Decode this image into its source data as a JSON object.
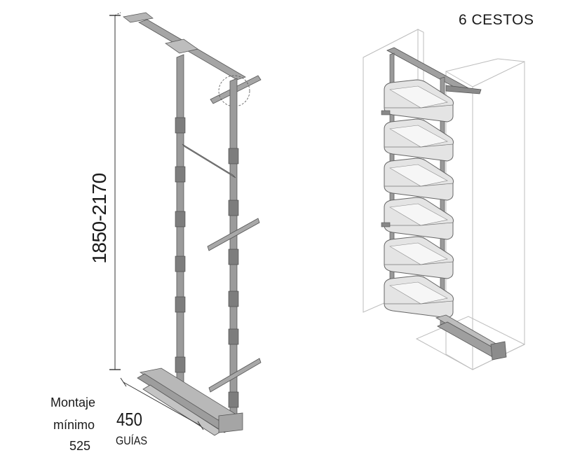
{
  "labels": {
    "baskets_title": "6 CESTOS",
    "height_range": "1850-2170",
    "mounting_line1": "Montaje",
    "mounting_line2": "mínimo",
    "mounting_value": "525",
    "guides_value": "450",
    "guides_label": "GUÍAS"
  },
  "colors": {
    "frame": "#8f8f8f",
    "frame_dark": "#555555",
    "basket_fill": "#e4e4e4",
    "basket_edge": "#666666",
    "cabinet_line": "#bdbdbd",
    "dimension_line": "#333333"
  },
  "basket_count": 6
}
